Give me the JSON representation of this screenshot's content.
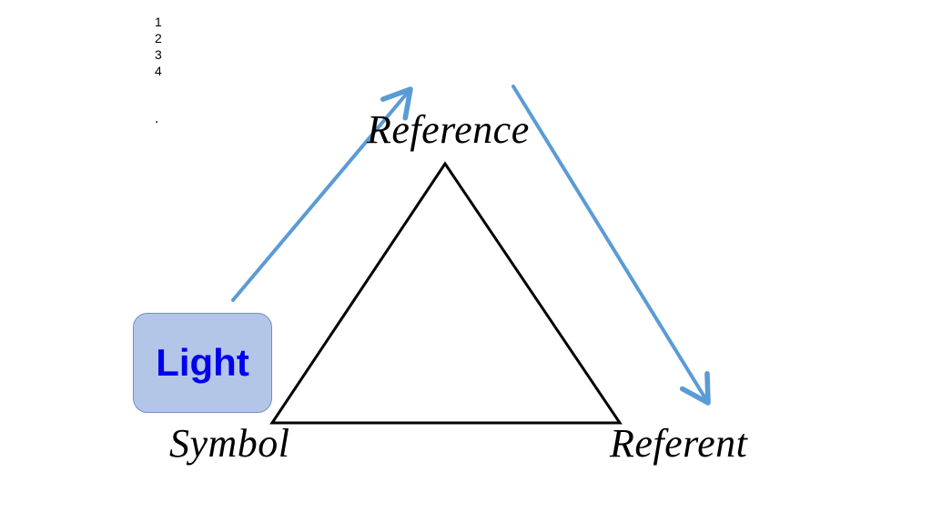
{
  "numbers": [
    "1",
    "2",
    "3",
    "4"
  ],
  "dot": ".",
  "labels": {
    "reference": "Reference",
    "symbol": "Symbol",
    "referent": "Referent"
  },
  "light_box": {
    "text": "Light"
  },
  "colors": {
    "arrow": "#5b9bd5",
    "box_fill": "#b4c6e7",
    "box_border": "#6f8fc2",
    "box_text": "#0000ee",
    "triangle": "#000000"
  }
}
